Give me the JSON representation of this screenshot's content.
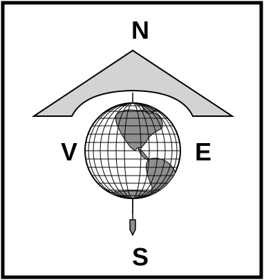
{
  "compass": {
    "north": "N",
    "south": "S",
    "east": "E",
    "west": "V"
  },
  "colors": {
    "frame": "#000000",
    "roof_fill": "#d3d3d3",
    "land_fill": "#8f8f8f",
    "ocean_fill": "#ffffff",
    "line": "#000000"
  },
  "icons": {
    "globe": "globe-icon",
    "roof": "roof-arc-icon",
    "pin": "plumb-bob-icon"
  }
}
